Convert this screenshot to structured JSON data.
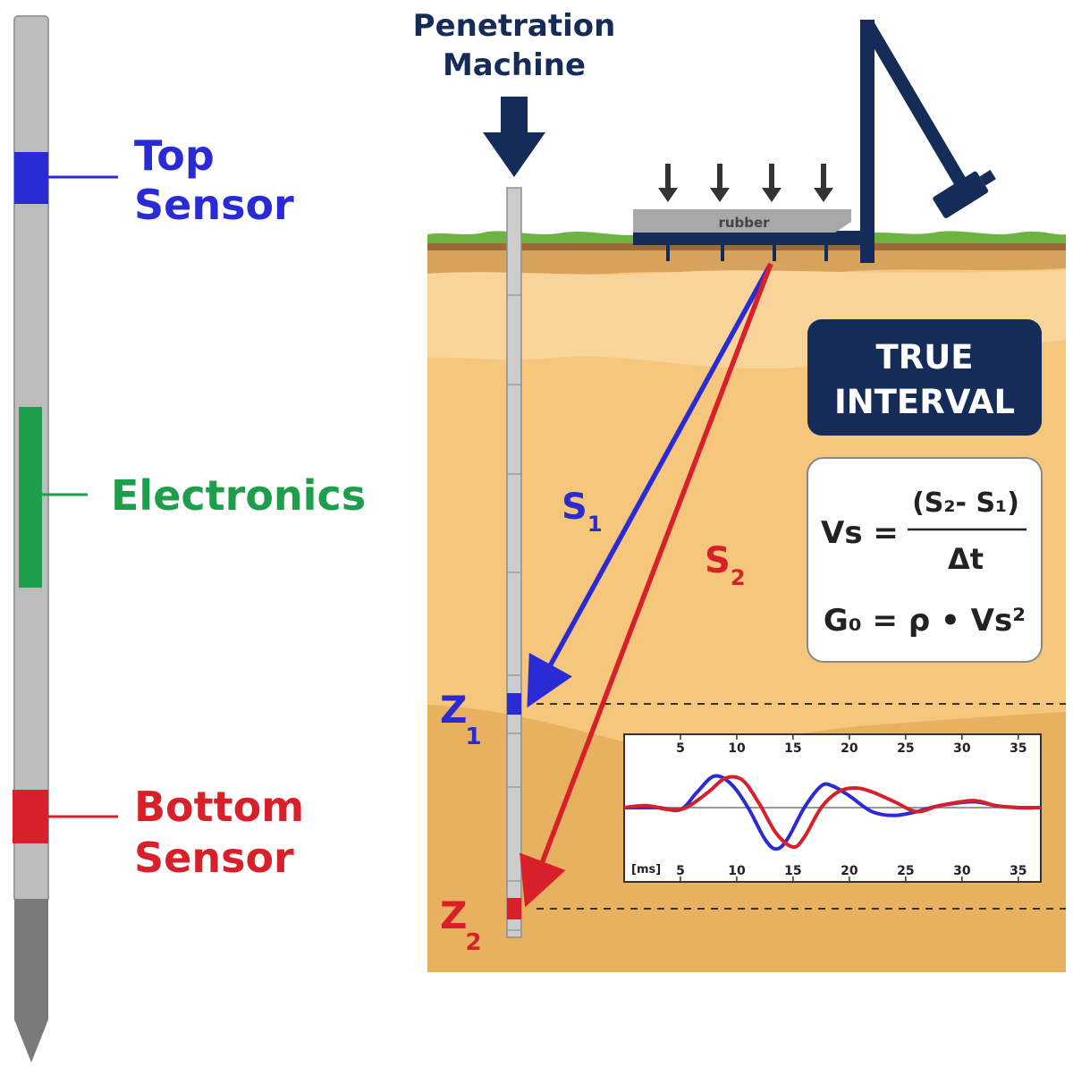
{
  "colors": {
    "blue": "#2b2bd6",
    "green": "#1e9e4a",
    "red": "#d8202a",
    "navy": "#142c57",
    "rod_gray": "#bdbdbd",
    "tip_gray": "#7a7a7a",
    "soil_light": "#f5c67c",
    "soil_dark": "#e8b160",
    "grass": "#6cb33f"
  },
  "probe": {
    "top_sensor": [
      "Top",
      "Sensor"
    ],
    "electronics": "Electronics",
    "bottom_sensor": [
      "Bottom",
      "Sensor"
    ]
  },
  "machine": {
    "label": [
      "Penetration",
      "Machine"
    ]
  },
  "rubber": "rubber",
  "paths": {
    "s1": {
      "base": "S",
      "sub": "1"
    },
    "s2": {
      "base": "S",
      "sub": "2"
    },
    "z1": {
      "base": "Z",
      "sub": "1"
    },
    "z2": {
      "base": "Z",
      "sub": "2"
    }
  },
  "true_interval": [
    "TRUE",
    "INTERVAL"
  ],
  "formula": {
    "vs_lhs": "Vs =",
    "vs_num": "(S₂- S₁)",
    "vs_den": "Δt",
    "g0": "G₀ = ρ • Vs²"
  },
  "chart_data": {
    "type": "line",
    "x_ticks": [
      5,
      10,
      15,
      20,
      25,
      30,
      35
    ],
    "xlim": [
      0,
      37
    ],
    "xunit": "[ms]",
    "series": [
      {
        "color": "#2b2bd6",
        "x": [
          0,
          3,
          5,
          6.5,
          8,
          9.5,
          11,
          12.5,
          13.5,
          14.5,
          16,
          17.5,
          18.5,
          20,
          22,
          24,
          26,
          28,
          31,
          33,
          35,
          37
        ],
        "y": [
          0,
          0,
          -0.05,
          0.4,
          0.8,
          0.6,
          0,
          -0.8,
          -1.05,
          -0.8,
          0,
          0.55,
          0.55,
          0.3,
          -0.1,
          -0.2,
          -0.1,
          0.05,
          0.15,
          0.05,
          0,
          0
        ]
      },
      {
        "color": "#d8202a",
        "x": [
          0,
          2,
          4,
          5.5,
          7.5,
          9,
          10.5,
          12,
          13.5,
          15,
          16,
          17.5,
          19,
          20.5,
          22,
          24,
          26,
          28,
          31,
          33,
          35,
          37
        ],
        "y": [
          0,
          0.05,
          -0.05,
          0,
          0.4,
          0.75,
          0.7,
          0.1,
          -0.65,
          -1.0,
          -0.75,
          0,
          0.4,
          0.5,
          0.4,
          0.15,
          -0.1,
          0.05,
          0.18,
          0.05,
          0,
          0
        ]
      }
    ]
  }
}
